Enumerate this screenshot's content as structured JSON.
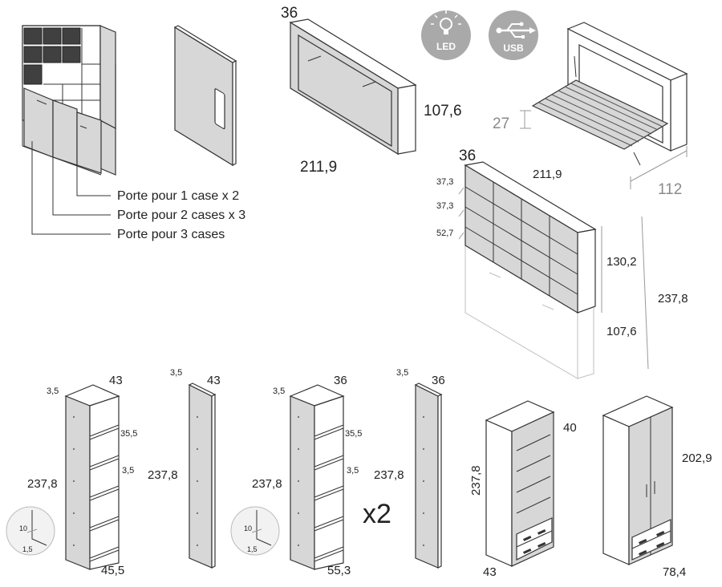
{
  "icons": {
    "led_label": "LED",
    "usb_label": "USB",
    "badge_color": "#a9a9a9"
  },
  "legend": {
    "door_1_case": "Porte pour 1 case x 2",
    "door_2_cases": "Porte pour 2 cases x 3",
    "door_3_cases": "Porte pour 3 cases"
  },
  "bed_closed": {
    "depth": "36",
    "height": "107,6",
    "width": "211,9"
  },
  "bed_open": {
    "leg_height": "27",
    "depth_open": "112"
  },
  "combo": {
    "depth": "36",
    "width": "211,9",
    "cell_1": "37,3",
    "cell_2": "37,3",
    "cell_3": "52,7",
    "shelf_height": "130,2",
    "bed_height": "107,6",
    "total_height": "237,8"
  },
  "column_43": {
    "thickness": "3,5",
    "depth": "43",
    "shelf_gap": "35,5",
    "shelf_thickness": "3,5",
    "height": "237,8",
    "width": "45,5",
    "detail_a": "10",
    "detail_b": "1,5"
  },
  "side_43": {
    "thickness": "3,5",
    "depth": "43",
    "height": "237,8"
  },
  "column_36": {
    "thickness": "3,5",
    "depth": "36",
    "shelf_gap": "35,5",
    "shelf_thickness": "3,5",
    "height": "237,8",
    "width": "55,3",
    "detail_a": "10",
    "detail_b": "1,5",
    "multiplier": "x2"
  },
  "side_36": {
    "thickness": "3,5",
    "depth": "36",
    "height": "237,8"
  },
  "bookcase": {
    "depth": "40",
    "height": "237,8",
    "width": "43"
  },
  "wardrobe": {
    "height": "202,9",
    "width": "78,4"
  }
}
